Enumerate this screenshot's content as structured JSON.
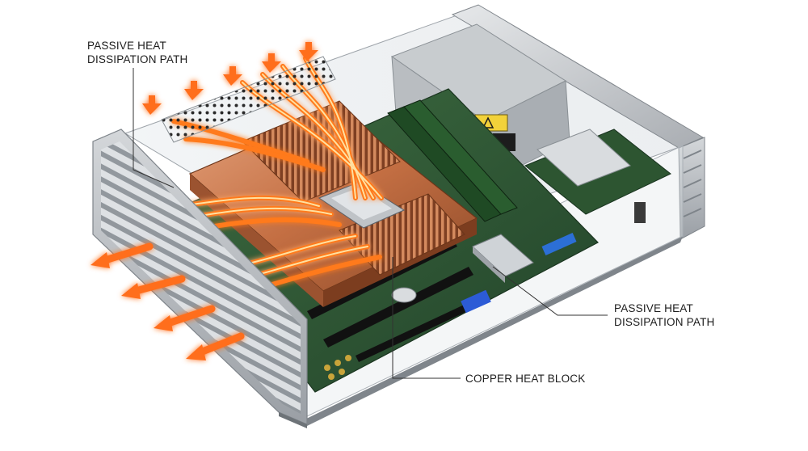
{
  "callouts": {
    "top_left": {
      "line1": "PASSIVE HEAT",
      "line2": "DISSIPATION PATH"
    },
    "right": {
      "line1": "PASSIVE HEAT",
      "line2": "DISSIPATION PATH"
    },
    "copper": {
      "text": "COPPER HEAT BLOCK"
    }
  },
  "colors": {
    "aluminum": "#c9ccd0",
    "aluminum_dark": "#8e9399",
    "copper": "#c9764a",
    "copper_dark": "#8f4a2a",
    "pcb_green": "#2f5a34",
    "heat_orange": "#ff7a1a",
    "heat_glow": "#ffd27a",
    "psu_gray": "#b7bbbf"
  },
  "icons": [
    "heat-arrow-icon",
    "warning-icon",
    "cpu-chip-icon",
    "fan-grill-icon"
  ]
}
